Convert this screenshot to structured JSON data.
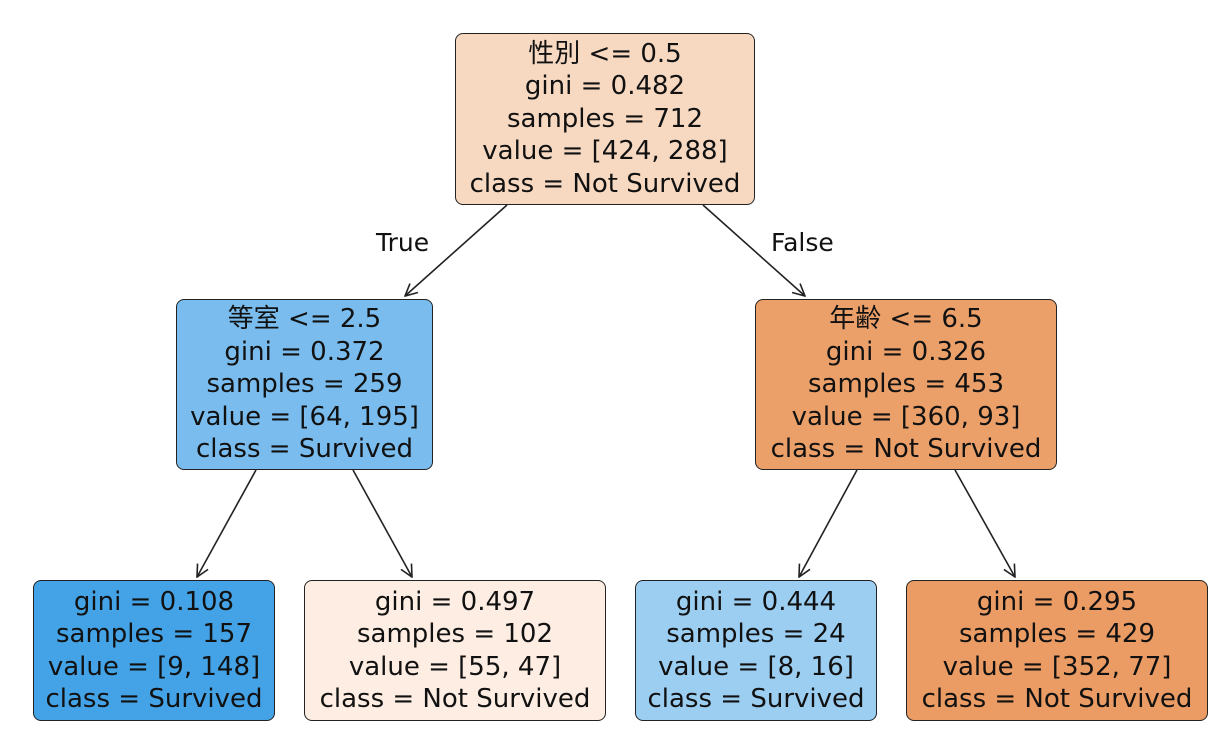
{
  "edge_labels": {
    "true": "True",
    "false": "False"
  },
  "nodes": {
    "root": {
      "condition": "性別 <= 0.5",
      "gini": "gini = 0.482",
      "samples": "samples = 712",
      "value": "value = [424, 288]",
      "class": "class = Not Survived",
      "fill": "#f7d9c2"
    },
    "left": {
      "condition": "等室 <= 2.5",
      "gini": "gini = 0.372",
      "samples": "samples = 259",
      "value": "value = [64, 195]",
      "class": "class = Survived",
      "fill": "#79bced"
    },
    "right": {
      "condition": "年齢 <= 6.5",
      "gini": "gini = 0.326",
      "samples": "samples = 453",
      "value": "value = [360, 93]",
      "class": "class = Not Survived",
      "fill": "#eba06a"
    },
    "leaf_ll": {
      "gini": "gini = 0.108",
      "samples": "samples = 157",
      "value": "value = [9, 148]",
      "class": "class = Survived",
      "fill": "#44a3e6"
    },
    "leaf_lr": {
      "gini": "gini = 0.497",
      "samples": "samples = 102",
      "value": "value = [55, 47]",
      "class": "class = Not Survived",
      "fill": "#fdede2"
    },
    "leaf_rl": {
      "gini": "gini = 0.444",
      "samples": "samples = 24",
      "value": "value = [8, 16]",
      "class": "class = Survived",
      "fill": "#9ccef2"
    },
    "leaf_rr": {
      "gini": "gini = 0.295",
      "samples": "samples = 429",
      "value": "value = [352, 77]",
      "class": "class = Not Survived",
      "fill": "#eb9c64"
    }
  }
}
